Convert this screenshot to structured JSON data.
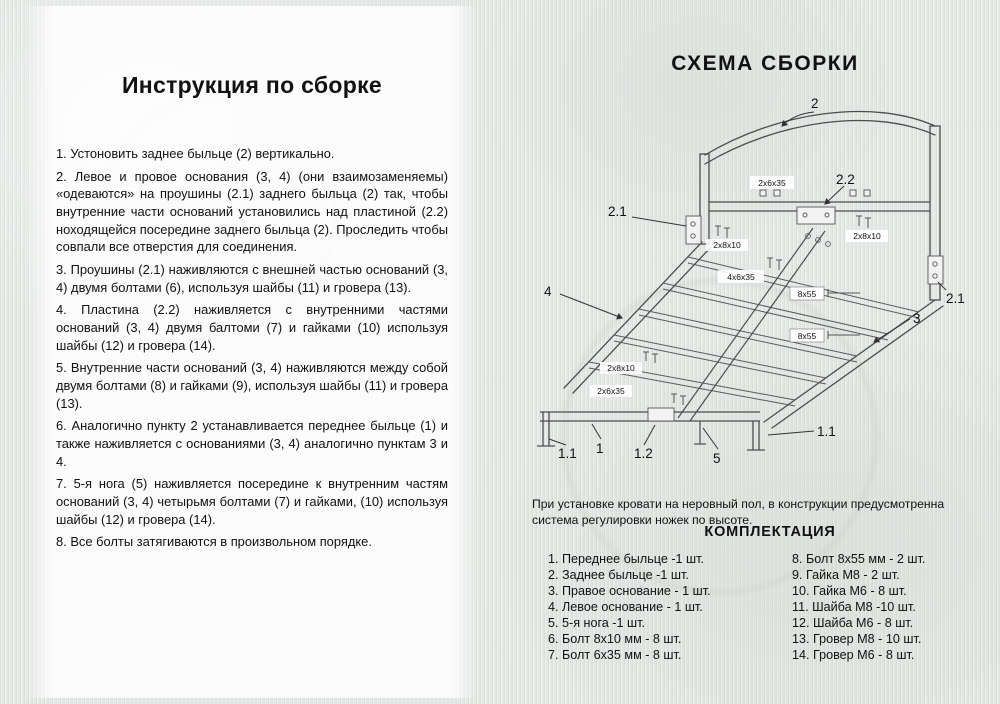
{
  "instructions": {
    "title": "Инструкция по сборке",
    "steps": [
      "1.  Устоновить заднее быльце (2) вертикально.",
      "2.  Левое и провое основания (3, 4) (они взаимозаменяемы) «одеваются» на проушины (2.1) заднего быльца (2) так, чтобы внутренние части оснований установились над пластиной (2.2) ноходящейся посередине заднего быльца (2). Проследить чтобы совпали все отверстия для соединения.",
      "3.  Проушины (2.1) наживляются с внешней частью оснований (3, 4) двумя болтами (6), используя шайбы (11) и гровера (13).",
      "4.  Пластина (2.2) наживляется с внутренними частями оснований (3, 4) двумя балтоми (7) и гайками (10) используя шайбы (12) и гровера (14).",
      "5.  Внутренние части оснований (3, 4) наживляются между собой двумя болтами (8) и гайками (9), используя шайбы (11) и гровера (13).",
      "6.  Аналогично пункту 2 устанавливается переднее быльце (1) и также наживляется с основаниями (3, 4) аналогично пунктам 3 и 4.",
      "7.  5-я нога (5) наживляется посередине к внутренним частям оснований (3, 4) четырьмя болтами (7) и гайками, (10) используя шайбы (12) и гровера (14).",
      "8.  Все болты затягиваются в произвольном порядке."
    ]
  },
  "diagram": {
    "title": "СХЕМА СБОРКИ",
    "callouts": {
      "part2": "2",
      "part22": "2.2",
      "part21_left": "2.1",
      "part21_right": "2.1",
      "part4": "4",
      "part3": "3",
      "part11_right": "1.1",
      "part11_left": "1.1",
      "part1": "1",
      "part12": "1.2",
      "part5": "5"
    },
    "sizes": {
      "top": "2x6x35",
      "left_upper": "2x8x10",
      "right_upper": "2x8x10",
      "center": "4x6x35",
      "mid1": "8x55",
      "mid2": "8x55",
      "lower_left1": "2x8x10",
      "lower_left2": "2x6x35"
    }
  },
  "note": "При установке кровати на неровный пол, в конструкции предусмотренна система регулировки ножек по высоте.",
  "parts": {
    "title": "КОМПЛЕКТАЦИЯ",
    "left": [
      "1. Переднее быльце -1 шт.",
      "2. Заднее быльце -1 шт.",
      "3. Правое основание - 1 шт.",
      "4. Левое основание - 1 шт.",
      "5. 5-я нога -1 шт.",
      "6. Болт 8х10 мм - 8 шт.",
      "7. Болт 6х35 мм - 8 шт."
    ],
    "right": [
      "8. Болт 8х55 мм - 2 шт.",
      "9. Гайка М8 - 2 шт.",
      "10. Гайка М6 - 8 шт.",
      "11. Шайба М8 -10 шт.",
      "12. Шайба М6 - 8 шт.",
      "13. Гровер М8 - 10 шт.",
      "14. Гровер М6 - 8 шт."
    ]
  }
}
